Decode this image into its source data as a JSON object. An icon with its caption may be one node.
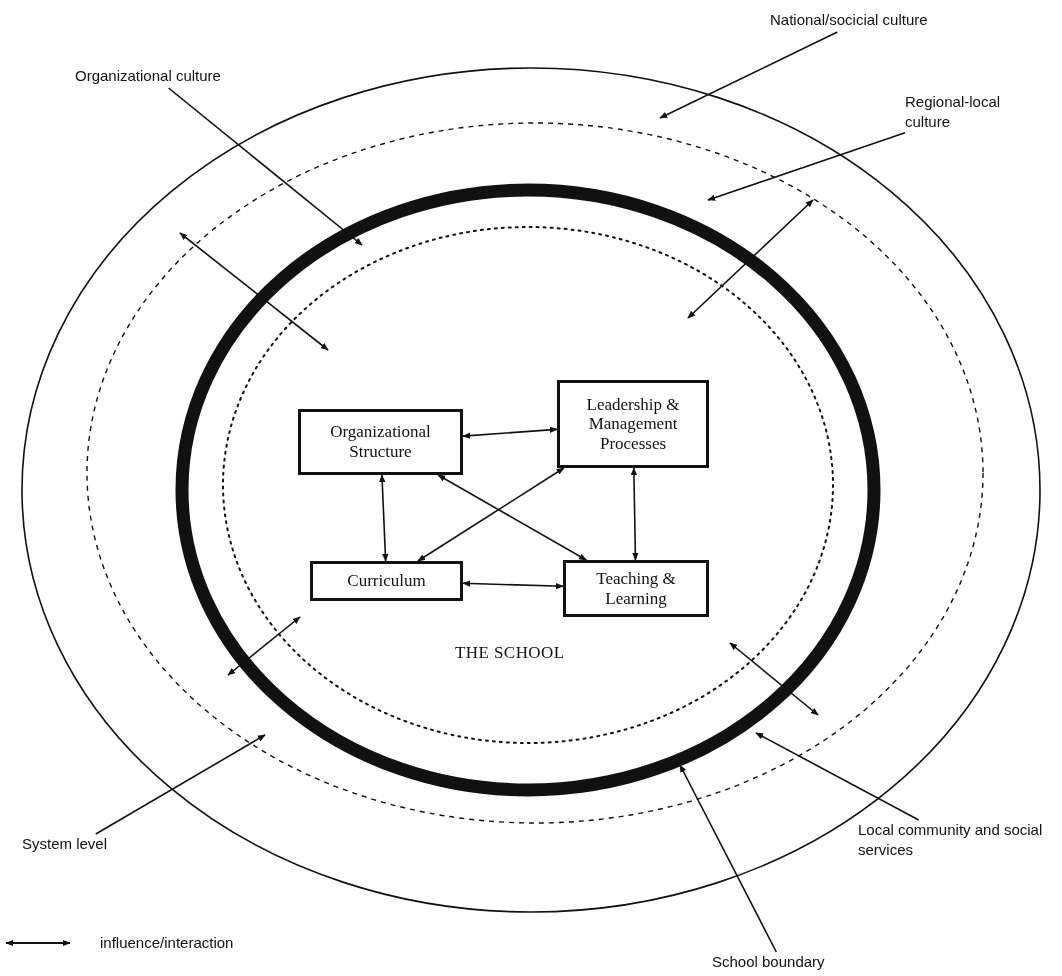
{
  "diagram": {
    "nodes": [
      {
        "text": [
          "Organizational Structure"
        ]
      },
      {
        "text": [
          "Leadership & Management Processes"
        ]
      },
      {
        "text": [
          "Curriculum"
        ]
      },
      {
        "text": [
          "Teaching & Learning"
        ]
      },
      {
        "text": [
          "National/socicial culture"
        ]
      },
      {
        "text": [
          "Organizational culture"
        ]
      },
      {
        "text": [
          "Regional-local culture"
        ]
      },
      {
        "text": [
          "System level"
        ]
      },
      {
        "text": [
          "Local community and social services"
        ]
      },
      {
        "text": [
          "School boundary"
        ]
      }
    ],
    "edges": [
      {
        "from": 0,
        "to": 1,
        "arrow": "both"
      },
      {
        "from": 0,
        "to": 2,
        "arrow": "both"
      },
      {
        "from": 1,
        "to": 3,
        "arrow": "both"
      },
      {
        "from": 2,
        "to": 3,
        "arrow": "both"
      },
      {
        "from": 0,
        "to": 3,
        "arrow": "both"
      },
      {
        "from": 1,
        "to": 2,
        "arrow": "both"
      },
      {
        "from": 4,
        "to": null,
        "arrow": "to"
      },
      {
        "from": 5,
        "to": null,
        "arrow": "to"
      },
      {
        "from": 6,
        "to": null,
        "arrow": "to"
      },
      {
        "from": 7,
        "to": null,
        "arrow": "to"
      },
      {
        "from": 8,
        "to": null,
        "arrow": "to"
      },
      {
        "from": 9,
        "to": null,
        "arrow": "to"
      }
    ],
    "labels": [
      "THE SCHOOL"
    ],
    "legend": [
      {
        "text": "influence/interaction"
      }
    ]
  }
}
